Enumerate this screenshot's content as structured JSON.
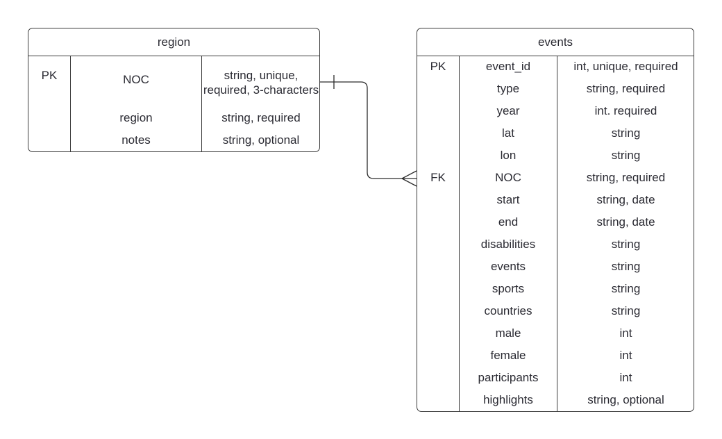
{
  "entities": {
    "region": {
      "title": "region",
      "rows": [
        {
          "key": "PK",
          "name": "NOC",
          "type": "string, unique, required, 3-characters"
        },
        {
          "key": "",
          "name": "region",
          "type": "string, required"
        },
        {
          "key": "",
          "name": "notes",
          "type": "string, optional"
        }
      ]
    },
    "events": {
      "title": "events",
      "rows": [
        {
          "key": "PK",
          "name": "event_id",
          "type": "int, unique, required"
        },
        {
          "key": "",
          "name": "type",
          "type": "string, required"
        },
        {
          "key": "",
          "name": "year",
          "type": "int. required"
        },
        {
          "key": "",
          "name": "lat",
          "type": "string"
        },
        {
          "key": "",
          "name": "lon",
          "type": "string"
        },
        {
          "key": "FK",
          "name": "NOC",
          "type": "string, required"
        },
        {
          "key": "",
          "name": "start",
          "type": "string, date"
        },
        {
          "key": "",
          "name": "end",
          "type": "string, date"
        },
        {
          "key": "",
          "name": "disabilities",
          "type": "string"
        },
        {
          "key": "",
          "name": "events",
          "type": "string"
        },
        {
          "key": "",
          "name": "sports",
          "type": "string"
        },
        {
          "key": "",
          "name": "countries",
          "type": "string"
        },
        {
          "key": "",
          "name": "male",
          "type": "int"
        },
        {
          "key": "",
          "name": "female",
          "type": "int"
        },
        {
          "key": "",
          "name": "participants",
          "type": "int"
        },
        {
          "key": "",
          "name": "highlights",
          "type": "string, optional"
        }
      ]
    }
  },
  "relationship": {
    "from": "region.NOC",
    "to": "events.NOC",
    "from_cardinality": "one",
    "to_cardinality": "many"
  }
}
